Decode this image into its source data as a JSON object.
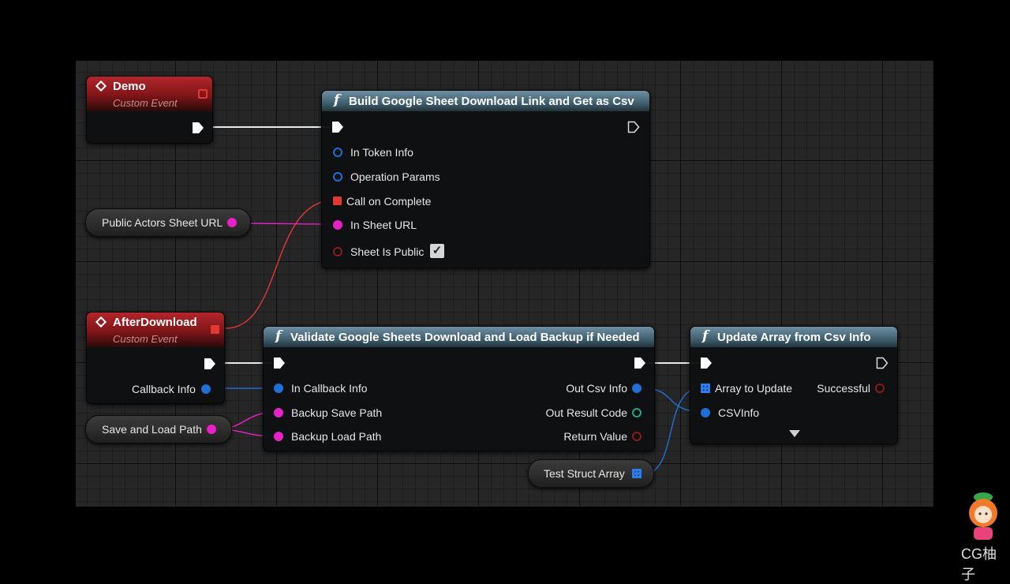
{
  "nodes": {
    "demo": {
      "title": "Demo",
      "subtitle": "Custom Event"
    },
    "build": {
      "title": "Build Google Sheet Download Link and Get as Csv",
      "pins": [
        "In Token Info",
        "Operation Params",
        "Call on Complete",
        "In Sheet URL",
        "Sheet Is Public"
      ],
      "sheet_is_public": true
    },
    "public_url": {
      "label": "Public Actors Sheet URL"
    },
    "after_download": {
      "title": "AfterDownload",
      "subtitle": "Custom Event",
      "output": "Callback Info"
    },
    "validate": {
      "title": "Validate Google Sheets Download and Load Backup if Needed",
      "inputs": [
        "In Callback Info",
        "Backup Save Path",
        "Backup Load Path"
      ],
      "outputs": [
        "Out Csv Info",
        "Out Result Code",
        "Return Value"
      ]
    },
    "save_load": {
      "label": "Save and Load Path"
    },
    "update": {
      "title": "Update Array from Csv Info",
      "inputs": [
        "Array to Update",
        "CSVInfo"
      ],
      "outputs": [
        "Successful"
      ]
    },
    "test_array": {
      "label": "Test Struct Array"
    }
  },
  "watermark": {
    "text": "CG柚子"
  },
  "colors": {
    "exec": "#ffffff",
    "struct": "#1f6fd6",
    "string": "#e820c8",
    "delegate": "#e4372f",
    "bool": "#8c1a1a",
    "int": "#1fa58a"
  }
}
